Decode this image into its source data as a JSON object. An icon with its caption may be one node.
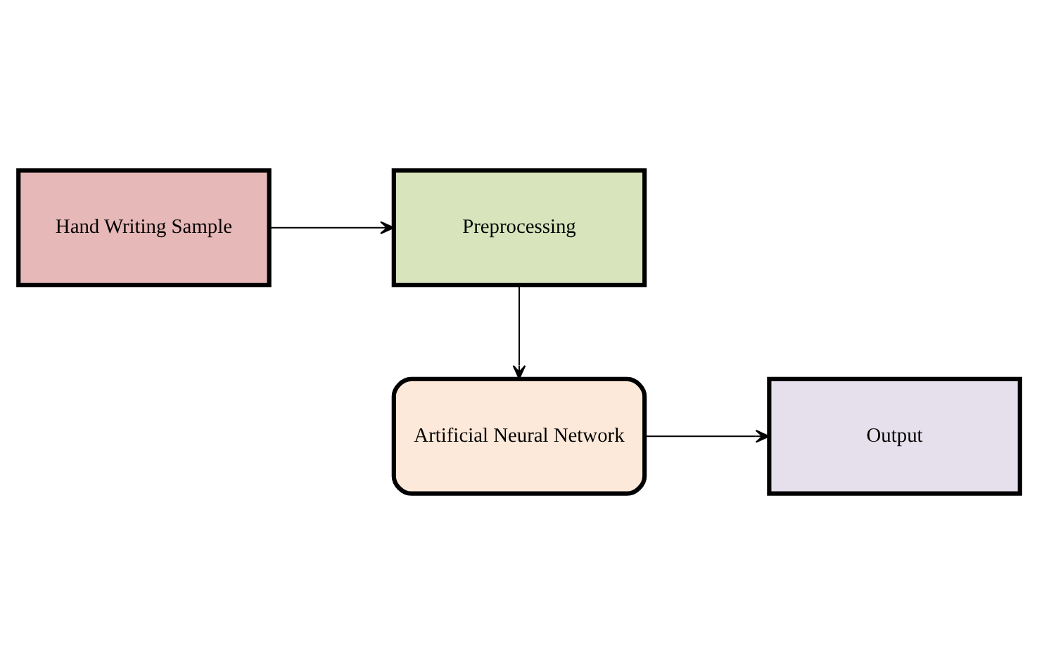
{
  "diagram": {
    "nodes": [
      {
        "text": [
          "Hand Writing Sample"
        ]
      },
      {
        "text": [
          "Preprocessing"
        ]
      },
      {
        "text": [
          "Artificial Neural Network"
        ]
      },
      {
        "text": [
          "Output"
        ]
      }
    ],
    "edges": [
      {
        "from": 0,
        "to": 1,
        "arrow": "to"
      },
      {
        "from": 1,
        "to": 2,
        "arrow": "to"
      },
      {
        "from": 2,
        "to": 3,
        "arrow": "to"
      }
    ]
  }
}
